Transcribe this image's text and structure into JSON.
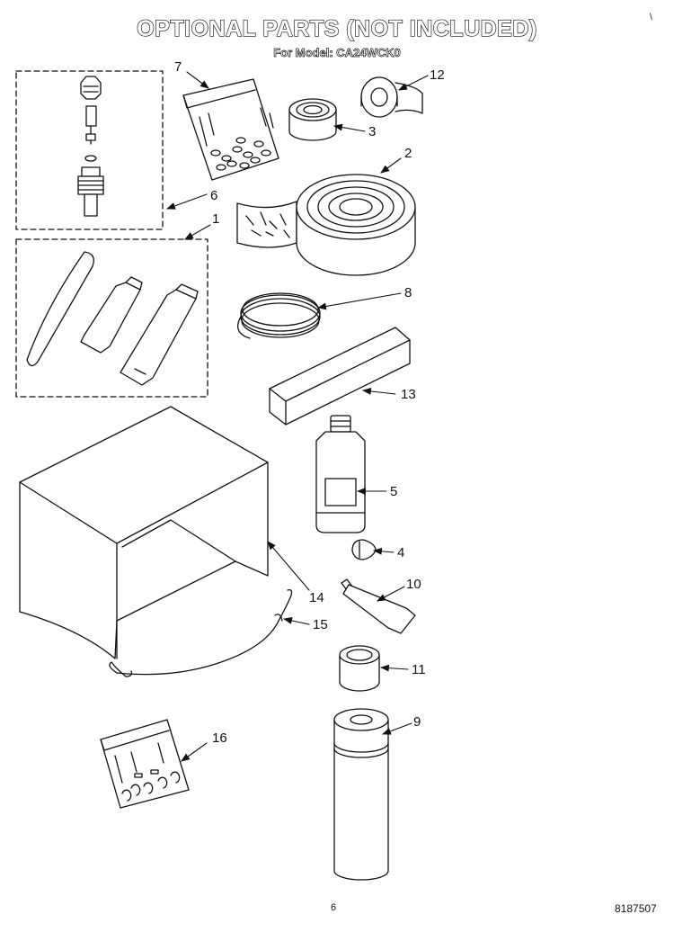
{
  "header": {
    "title": "OPTIONAL PARTS (NOT INCLUDED)",
    "subtitle": "For Model: CA24WCK0",
    "corner_mark": "\\"
  },
  "parts": [
    {
      "id": "kit-valve",
      "label": "6"
    },
    {
      "id": "kit-tubes",
      "label": "1"
    },
    {
      "id": "bag-fasteners",
      "label": "7"
    },
    {
      "id": "tape-roll-small",
      "label": "3"
    },
    {
      "id": "tape-roll-narrow",
      "label": "12"
    },
    {
      "id": "foam-tape-roll",
      "label": "2"
    },
    {
      "id": "wire-coil",
      "label": "8"
    },
    {
      "id": "foam-strip",
      "label": "13"
    },
    {
      "id": "cleaner-bottle",
      "label": "5"
    },
    {
      "id": "small-bulb",
      "label": "4"
    },
    {
      "id": "small-tube",
      "label": "10"
    },
    {
      "id": "cover",
      "label": "14"
    },
    {
      "id": "bungee-cord",
      "label": "15"
    },
    {
      "id": "tape-roll-wide",
      "label": "11"
    },
    {
      "id": "spray-can",
      "label": "9"
    },
    {
      "id": "bag-clips",
      "label": "16"
    }
  ],
  "footer": {
    "page_number": "6",
    "document_number": "8187507"
  }
}
